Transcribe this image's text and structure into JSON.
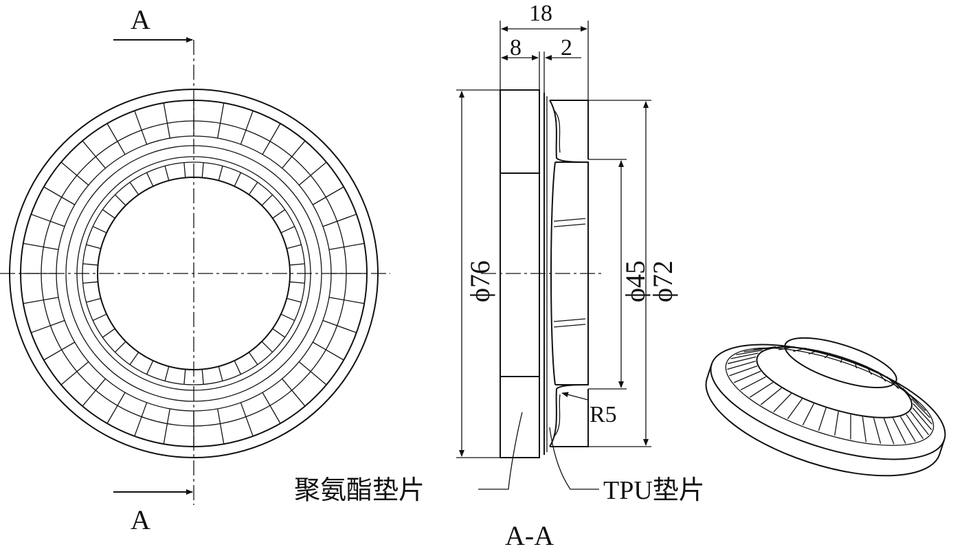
{
  "section_marks": {
    "top": "A",
    "bottom": "A"
  },
  "section_title": "A-A",
  "dimensions": {
    "total_thickness": "18",
    "pu_thickness": "8",
    "gap": "2",
    "outer_diameter": "ϕ76",
    "inner_diameter": "ϕ45",
    "tpu_outer_diameter": "ϕ72",
    "radius": "R5"
  },
  "labels": {
    "polyurethane_pad": "聚氨酯垫片",
    "tpu_pad": "TPU垫片"
  },
  "colors": {
    "line": "#111111",
    "background": "#ffffff"
  }
}
